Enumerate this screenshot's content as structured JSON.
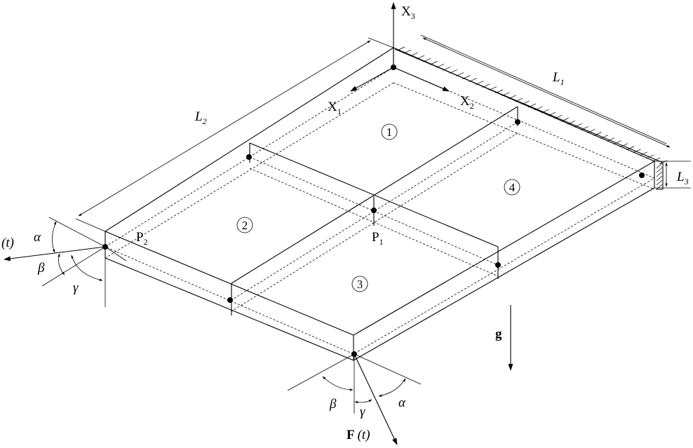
{
  "axes": {
    "x1": {
      "main": "X",
      "sub": "1"
    },
    "x2": {
      "main": "X",
      "sub": "2"
    },
    "x3": {
      "main": "X",
      "sub": "3"
    }
  },
  "dimensions": {
    "l1": {
      "main": "L",
      "sub": "1"
    },
    "l2": {
      "main": "L",
      "sub": "2"
    },
    "l3": {
      "main": "L",
      "sub": "3"
    }
  },
  "points": {
    "p1": {
      "main": "P",
      "sub": "1"
    },
    "p2": {
      "main": "P",
      "sub": "2"
    }
  },
  "regions": [
    "1",
    "2",
    "3",
    "4"
  ],
  "gravity": "g",
  "force": {
    "bold": "F",
    "arg": "(t)"
  },
  "time_label": "(t)",
  "angles": {
    "alpha": "α",
    "beta": "β",
    "gamma": "γ"
  }
}
